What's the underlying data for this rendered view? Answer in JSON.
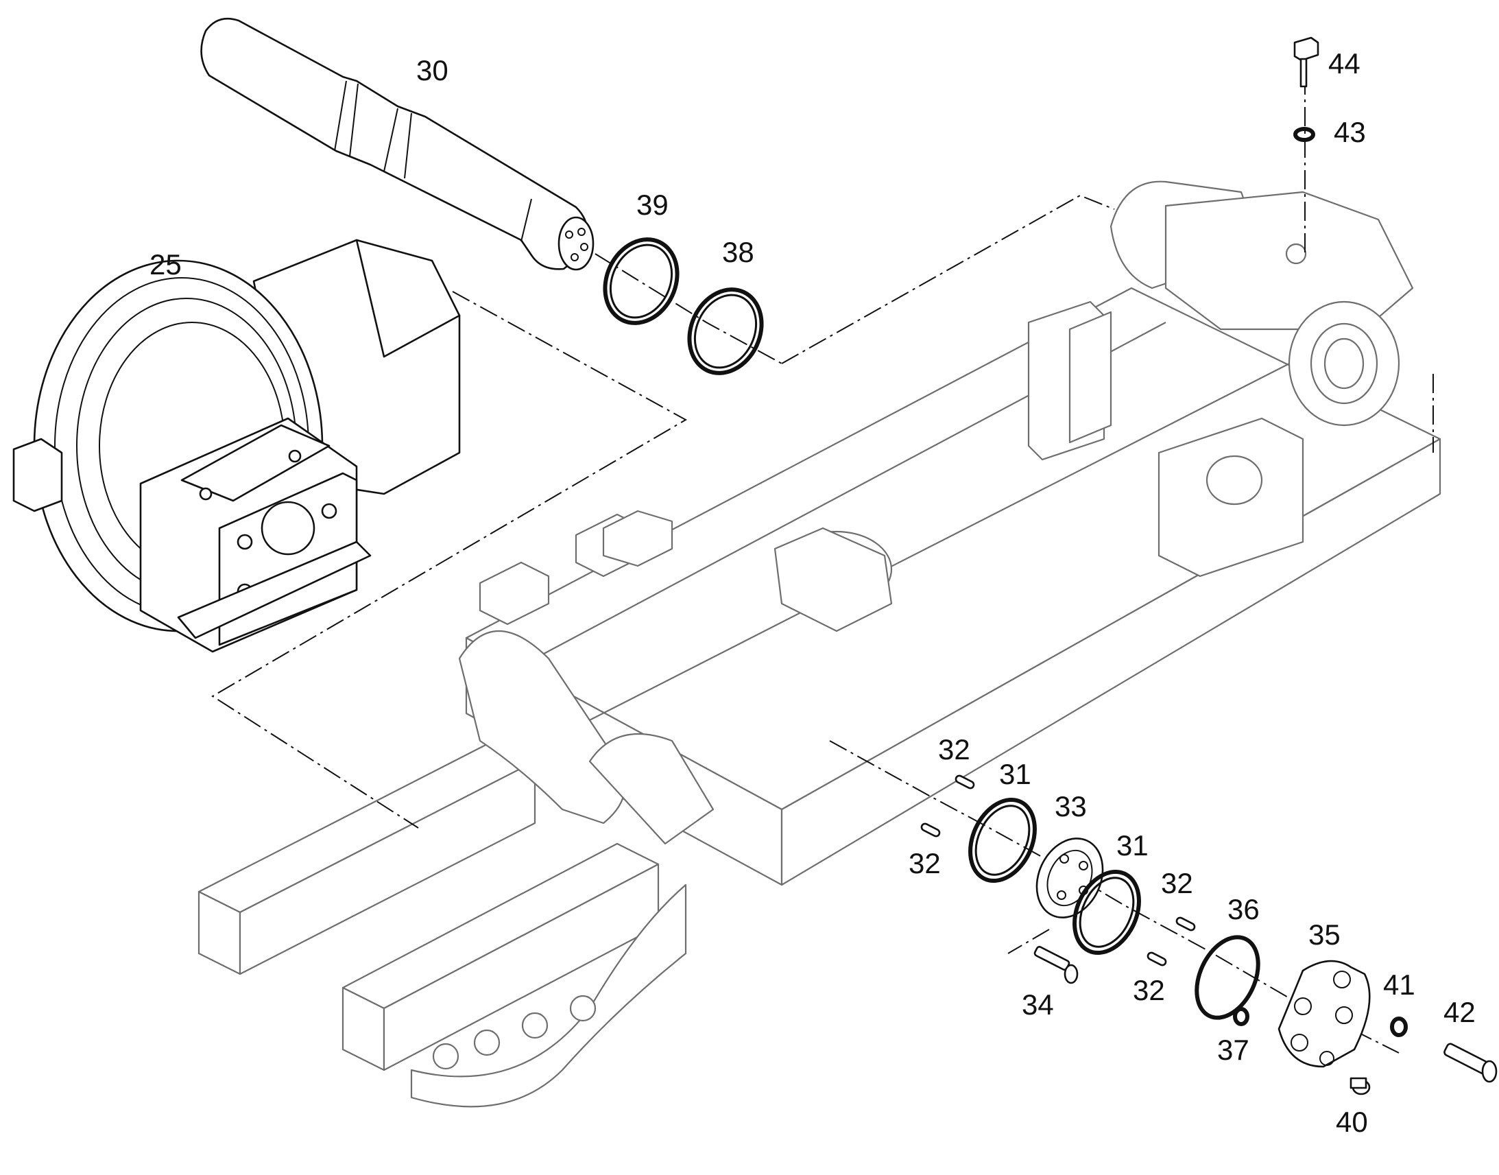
{
  "callouts": [
    {
      "id": "c25",
      "label": "25"
    },
    {
      "id": "c30",
      "label": "30"
    },
    {
      "id": "c31a",
      "label": "31"
    },
    {
      "id": "c31b",
      "label": "31"
    },
    {
      "id": "c32a",
      "label": "32"
    },
    {
      "id": "c32b",
      "label": "32"
    },
    {
      "id": "c32c",
      "label": "32"
    },
    {
      "id": "c32d",
      "label": "32"
    },
    {
      "id": "c33",
      "label": "33"
    },
    {
      "id": "c34",
      "label": "34"
    },
    {
      "id": "c35",
      "label": "35"
    },
    {
      "id": "c36",
      "label": "36"
    },
    {
      "id": "c37",
      "label": "37"
    },
    {
      "id": "c38",
      "label": "38"
    },
    {
      "id": "c39",
      "label": "39"
    },
    {
      "id": "c40",
      "label": "40"
    },
    {
      "id": "c41",
      "label": "41"
    },
    {
      "id": "c42",
      "label": "42"
    },
    {
      "id": "c43",
      "label": "43"
    },
    {
      "id": "c44",
      "label": "44"
    }
  ],
  "colors": {
    "line": "#111111",
    "ghost": "#6e6e6e",
    "background": "#ffffff"
  }
}
